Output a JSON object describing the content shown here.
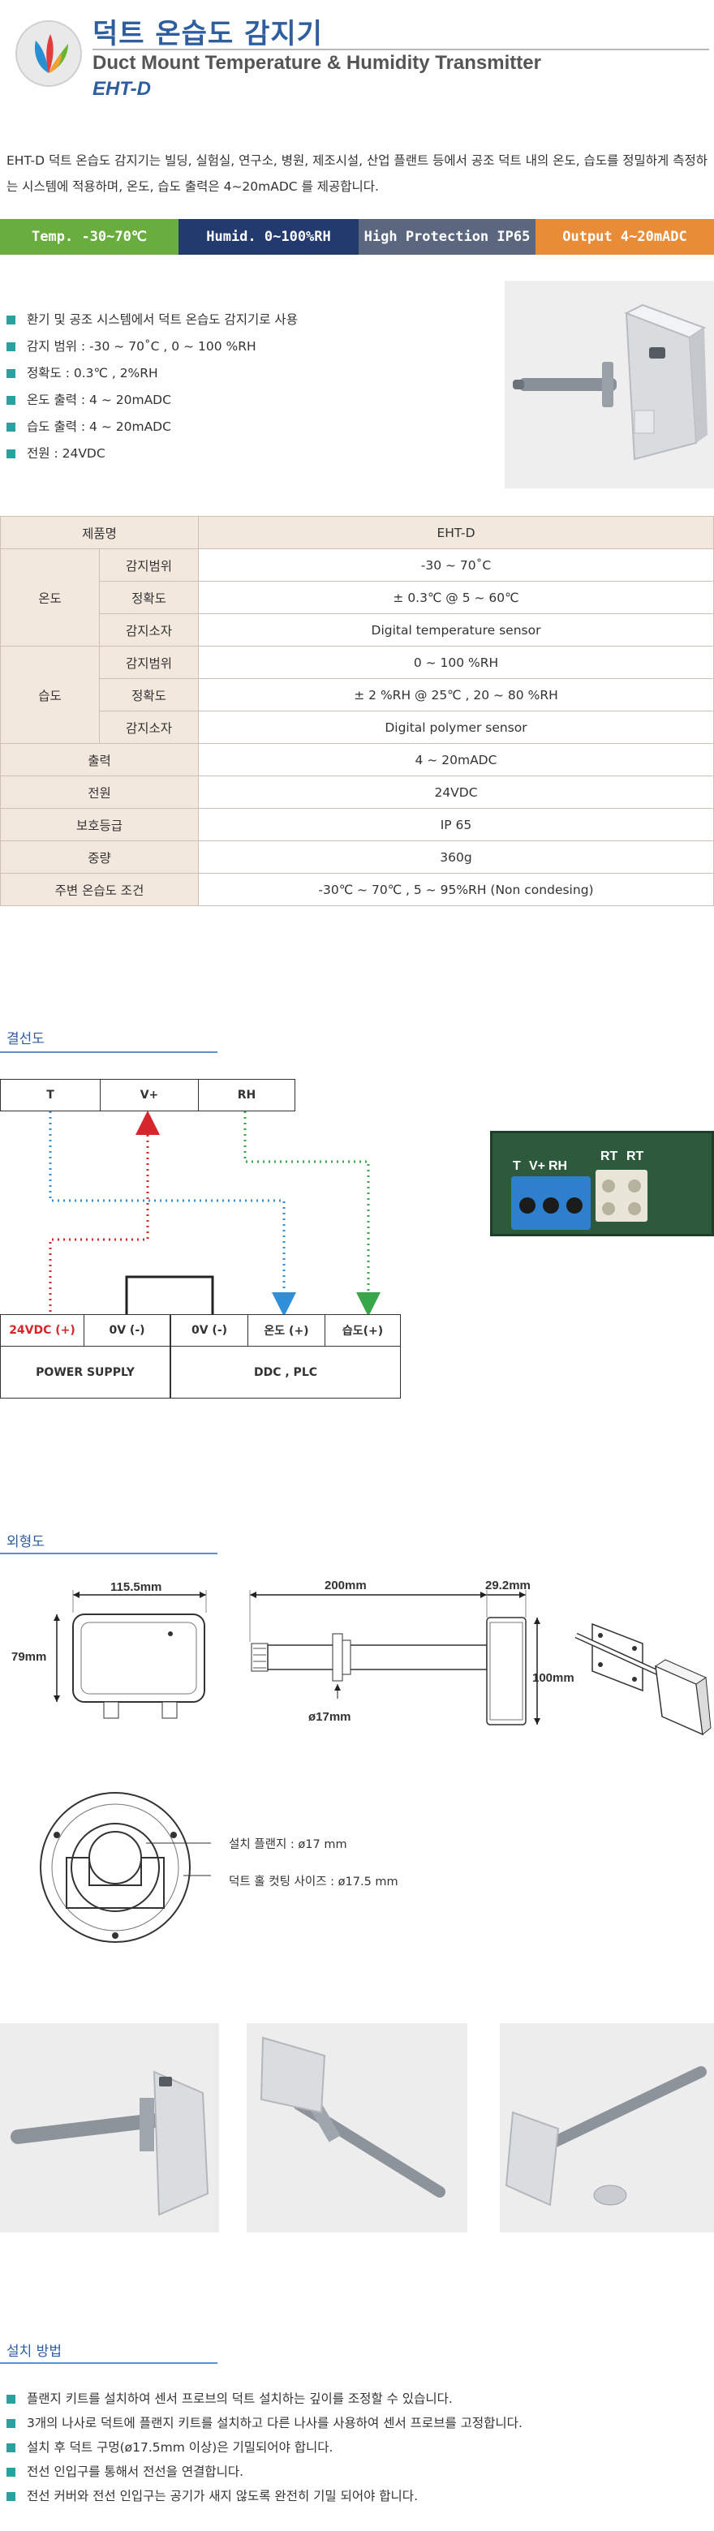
{
  "header": {
    "title_ko": "덕트 온습도 감지기",
    "title_en": "Duct Mount Temperature & Humidity Transmitter",
    "model": "EHT-D"
  },
  "intro": "EHT-D 덕트 온습도 감지기는 빌딩, 실험실, 연구소, 병원, 제조시설, 산업 플랜트 등에서 공조 덕트 내의 온도, 습도를 정밀하게 측정하는 시스템에 적용하며, 온도, 습도 출력은 4~20mADC 를 제공합니다.",
  "spec_bar": {
    "temp": "Temp.   -30~70℃",
    "humid": "Humid.  0~100%RH",
    "protection": "High Protection  IP65",
    "output": "Output  4~20mADC",
    "colors": {
      "temp": "#68ad3d",
      "humid": "#223a6e",
      "protection": "#5a677e",
      "output": "#e88c38"
    }
  },
  "features": [
    "환기 및 공조 시스템에서 덕트 온습도 감지기로 사용",
    "감지 범위 :  -30 ~ 70˚C , 0 ~ 100 %RH",
    "정확도 :  0.3℃ ,  2%RH",
    "온도 출력 :  4 ~ 20mADC",
    "습도 출력 :  4 ~ 20mADC",
    "전원 :  24VDC"
  ],
  "table": {
    "product_label": "제품명",
    "product_value": "EHT-D",
    "temp_group": "온도",
    "temp_rows": [
      {
        "label": "감지범위",
        "value": "-30 ~ 70˚C"
      },
      {
        "label": "정확도",
        "value": "± 0.3℃  @ 5 ~ 60℃"
      },
      {
        "label": "감지소자",
        "value": "Digital temperature sensor"
      }
    ],
    "hum_group": "습도",
    "hum_rows": [
      {
        "label": "감지범위",
        "value": "0 ~ 100 %RH"
      },
      {
        "label": "정확도",
        "value": "± 2 %RH  @ 25℃ ,  20 ~ 80 %RH"
      },
      {
        "label": "감지소자",
        "value": "Digital polymer sensor"
      }
    ],
    "misc_rows": [
      {
        "label": "출력",
        "value": "4 ~ 20mADC"
      },
      {
        "label": "전원",
        "value": "24VDC"
      },
      {
        "label": "보호등급",
        "value": "IP 65"
      },
      {
        "label": "중량",
        "value": "360g"
      },
      {
        "label": "주변 온습도 조건",
        "value": "-30℃ ~ 70℃  ,  5 ~ 95%RH (Non condesing)"
      }
    ]
  },
  "wiring": {
    "title": "결선도",
    "terminals": [
      "T",
      "V+",
      "RH"
    ],
    "power_cells": [
      "24VDC (+)",
      "0V (-)"
    ],
    "power_label": "POWER SUPPLY",
    "ddc_cells": [
      "0V (-)",
      "온도 (+)",
      "습도(+)"
    ],
    "ddc_label": "DDC , PLC",
    "pcb_labels": [
      "T",
      "V+",
      "RH",
      "RT",
      "RT"
    ],
    "colors": {
      "red": "#d7262b",
      "blue": "#2f8fd8",
      "green": "#36a84a"
    }
  },
  "outline": {
    "title": "외형도",
    "width_front": "115.5mm",
    "height_front": "79mm",
    "probe_length": "200mm",
    "head_depth": "29.2mm",
    "head_height": "100mm",
    "probe_dia": "ø17mm",
    "flange_label": "설치 플랜지 :  ø17 mm",
    "hole_label": "덕트 홀 컷팅 사이즈 :  ø17.5 mm"
  },
  "install": {
    "title": "설치 방법",
    "steps": [
      "플랜지 키트를 설치하여 센서 프로브의 덕트 설치하는 깊이를 조정할 수 있습니다.",
      "3개의 나사로 덕트에 플랜지 키트를 설치하고 다른 나사를 사용하여 센서 프로브를 고정합니다.",
      "설치 후 덕트 구멍(ø17.5mm 이상)은 기밀되어야 합니다.",
      "전선 인입구를 통해서 전선을 연결합니다.",
      "전선 커버와 전선 인입구는 공기가 새지 않도록 완전히 기밀 되어야 합니다."
    ]
  }
}
